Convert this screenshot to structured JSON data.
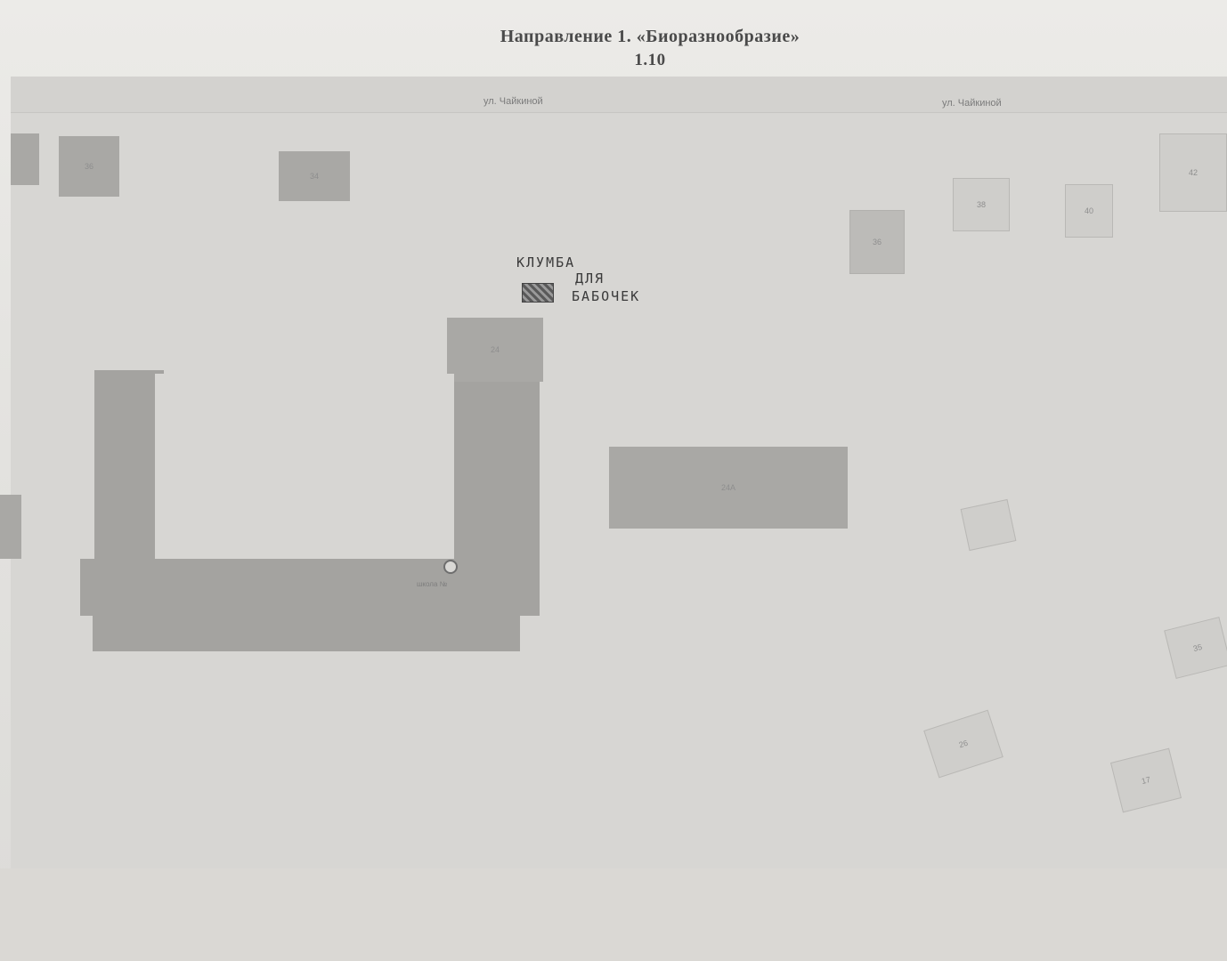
{
  "header": {
    "title": "Направление 1. «Биоразнообразие»",
    "number": "1.10"
  },
  "streets": {
    "left": "ул. Чайкиной",
    "right": "ул. Чайкиной"
  },
  "legend": {
    "line1": "КЛУМБА",
    "line2": "ДЛЯ",
    "line3": "БАБОЧЕК"
  },
  "buildings": {
    "b_tl1": "36",
    "b_tl2": "34",
    "b_r1": "36",
    "b_r2": "38",
    "b_r3": "40",
    "b_r4": "42",
    "b_center": "24А",
    "b_school_top": "24",
    "b_br1": "35",
    "b_br2": "26",
    "b_br3": "17"
  },
  "marker": {
    "label": "школа №"
  }
}
